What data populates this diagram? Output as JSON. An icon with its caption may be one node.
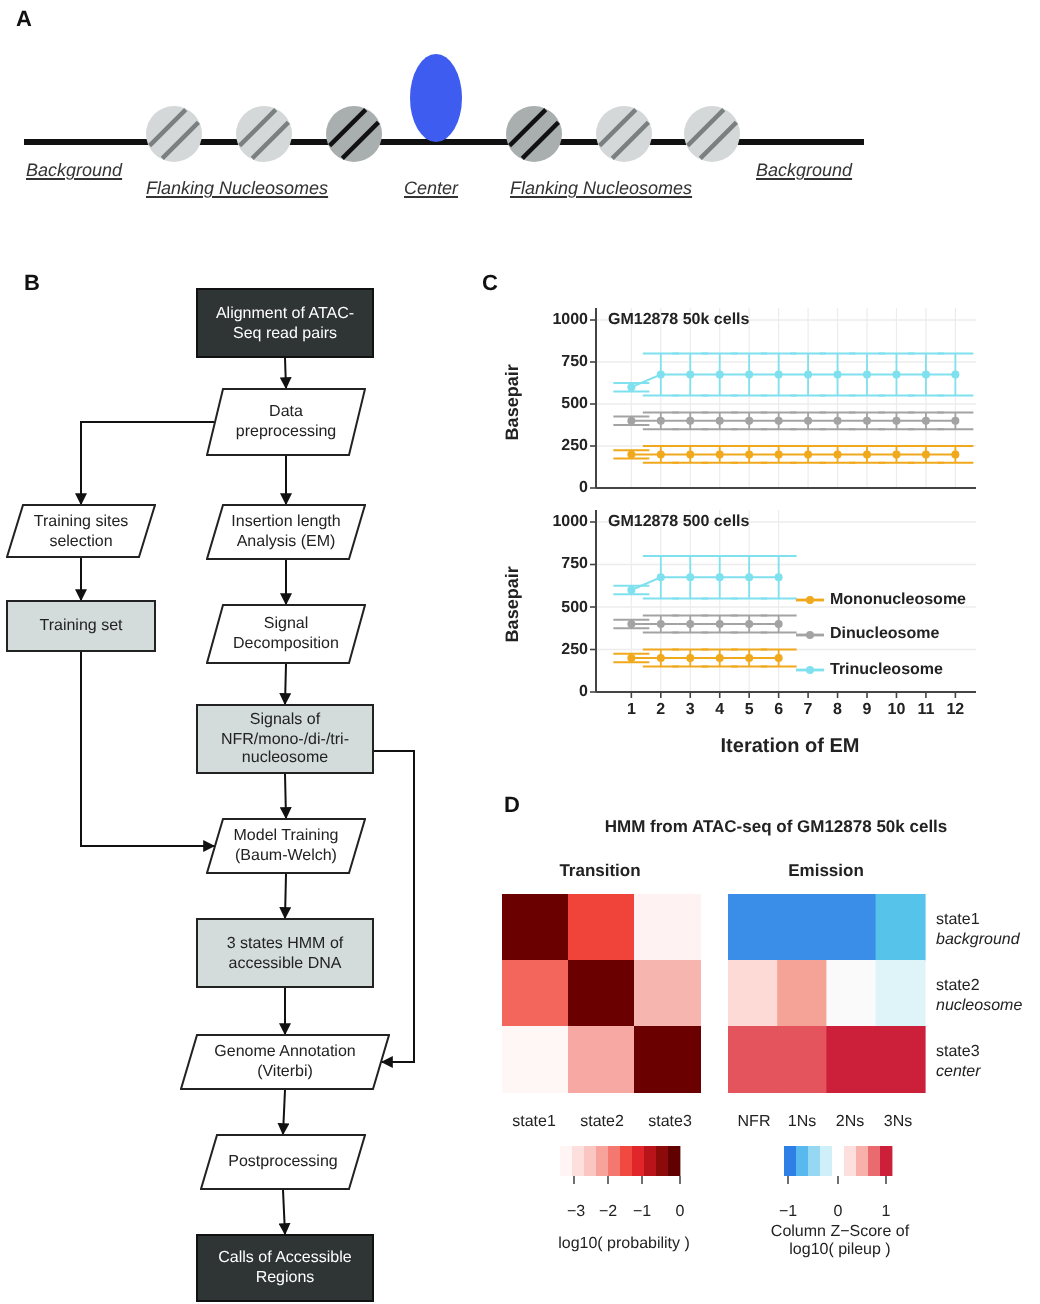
{
  "diagram": {
    "nodes": [
      {
        "text": [
          "Alignment of ATAC-Seq read pairs"
        ]
      },
      {
        "text": [
          "Data preprocessing"
        ]
      },
      {
        "text": [
          "Training sites selection"
        ]
      },
      {
        "text": [
          "Insertion length Analysis (EM)"
        ]
      },
      {
        "text": [
          "Training set"
        ]
      },
      {
        "text": [
          "Signal Decomposition"
        ]
      },
      {
        "text": [
          "Signals of NFR/mono-/di-/tri-nucleosome"
        ]
      },
      {
        "text": [
          "Model Training (Baum-Welch)"
        ]
      },
      {
        "text": [
          "3 states HMM of accessible DNA"
        ]
      },
      {
        "text": [
          "Genome Annotation (Viterbi)"
        ]
      },
      {
        "text": [
          "Postprocessing"
        ]
      },
      {
        "text": [
          "Calls of Accessible Regions"
        ]
      }
    ],
    "edges": [
      {
        "from": 0,
        "to": 1,
        "arrow": "to"
      },
      {
        "from": 1,
        "to": 2,
        "arrow": "to"
      },
      {
        "from": 1,
        "to": 3,
        "arrow": "to"
      },
      {
        "from": 2,
        "to": 4,
        "arrow": "to"
      },
      {
        "from": 3,
        "to": 5,
        "arrow": "to"
      },
      {
        "from": 5,
        "to": 6,
        "arrow": "to"
      },
      {
        "from": 4,
        "to": 7,
        "arrow": "to"
      },
      {
        "from": 6,
        "to": 7,
        "arrow": "to"
      },
      {
        "from": 6,
        "to": 9,
        "arrow": "to"
      },
      {
        "from": 7,
        "to": 8,
        "arrow": "to"
      },
      {
        "from": 8,
        "to": 9,
        "arrow": "to"
      },
      {
        "from": 9,
        "to": 10,
        "arrow": "to"
      },
      {
        "from": 10,
        "to": 11,
        "arrow": "to"
      }
    ],
    "labels": [
      "A",
      "Background",
      "Flanking Nucleosomes",
      "Center",
      "Flanking Nucleosomes",
      "Background",
      "B",
      "C",
      "D",
      "HMM from ATAC-seq of GM12878 50k cells",
      "Transition",
      "Emission",
      "state1",
      "background",
      "state2",
      "nucleosome",
      "state3",
      "center",
      "state1",
      "state2",
      "state3",
      "NFR",
      "1Ns",
      "2Ns",
      "3Ns",
      "−3",
      "−2",
      "−1",
      "0",
      "log10( probability )",
      "−1",
      "0",
      "1",
      "Column Z−Score of log10( pileup )"
    ],
    "chart_data": [
      {
        "type": "line",
        "title": "GM12878 50k cells",
        "ylabel": "Basepair",
        "ylim": [
          0,
          1000
        ],
        "yticks": [
          0,
          250,
          500,
          750,
          1000
        ],
        "grid": true,
        "series": [
          {
            "color": "#f0a81c",
            "marker": "o",
            "values": [
              200,
              200,
              200,
              200,
              200,
              200,
              200,
              200,
              200,
              200,
              200,
              200
            ],
            "errors": [
              25,
              50,
              50,
              50,
              50,
              50,
              50,
              50,
              50,
              50,
              50,
              50
            ]
          },
          {
            "color": "#a3a3a3",
            "marker": "o",
            "values": [
              400,
              400,
              400,
              400,
              400,
              400,
              400,
              400,
              400,
              400,
              400,
              400
            ],
            "errors": [
              25,
              50,
              50,
              50,
              50,
              50,
              50,
              50,
              50,
              50,
              50,
              50
            ]
          },
          {
            "color": "#7fe0ee",
            "marker": "o",
            "values": [
              600,
              675,
              675,
              675,
              675,
              675,
              675,
              675,
              675,
              675,
              675,
              675
            ],
            "errors": [
              25,
              125,
              125,
              125,
              125,
              125,
              125,
              125,
              125,
              125,
              125,
              125
            ]
          }
        ]
      },
      {
        "type": "line",
        "title": "GM12878 500 cells",
        "xlabel": "Iteration of EM",
        "ylabel": "Basepair",
        "x": [
          1,
          2,
          3,
          4,
          5,
          6
        ],
        "xticks": [
          1,
          2,
          3,
          4,
          5,
          6,
          7,
          8,
          9,
          10,
          11,
          12
        ],
        "xlim": [
          -0.2,
          12.7
        ],
        "ylim": [
          0,
          1000
        ],
        "yticks": [
          0,
          250,
          500,
          750,
          1000
        ],
        "grid": true,
        "legend": true,
        "series": [
          {
            "name": "Mononucleosome",
            "color": "#f0a81c",
            "marker": "o",
            "values": [
              200,
              200,
              200,
              200,
              200,
              200
            ],
            "errors": [
              25,
              50,
              50,
              50,
              50,
              50
            ]
          },
          {
            "name": "Dinucleosome",
            "color": "#a3a3a3",
            "marker": "o",
            "values": [
              400,
              400,
              400,
              400,
              400,
              400
            ],
            "errors": [
              25,
              50,
              50,
              50,
              50,
              50
            ]
          },
          {
            "name": "Trinucleosome",
            "color": "#7fe0ee",
            "marker": "o",
            "values": [
              600,
              675,
              675,
              675,
              675,
              675
            ],
            "errors": [
              25,
              125,
              125,
              125,
              125,
              125
            ]
          }
        ]
      }
    ]
  }
}
